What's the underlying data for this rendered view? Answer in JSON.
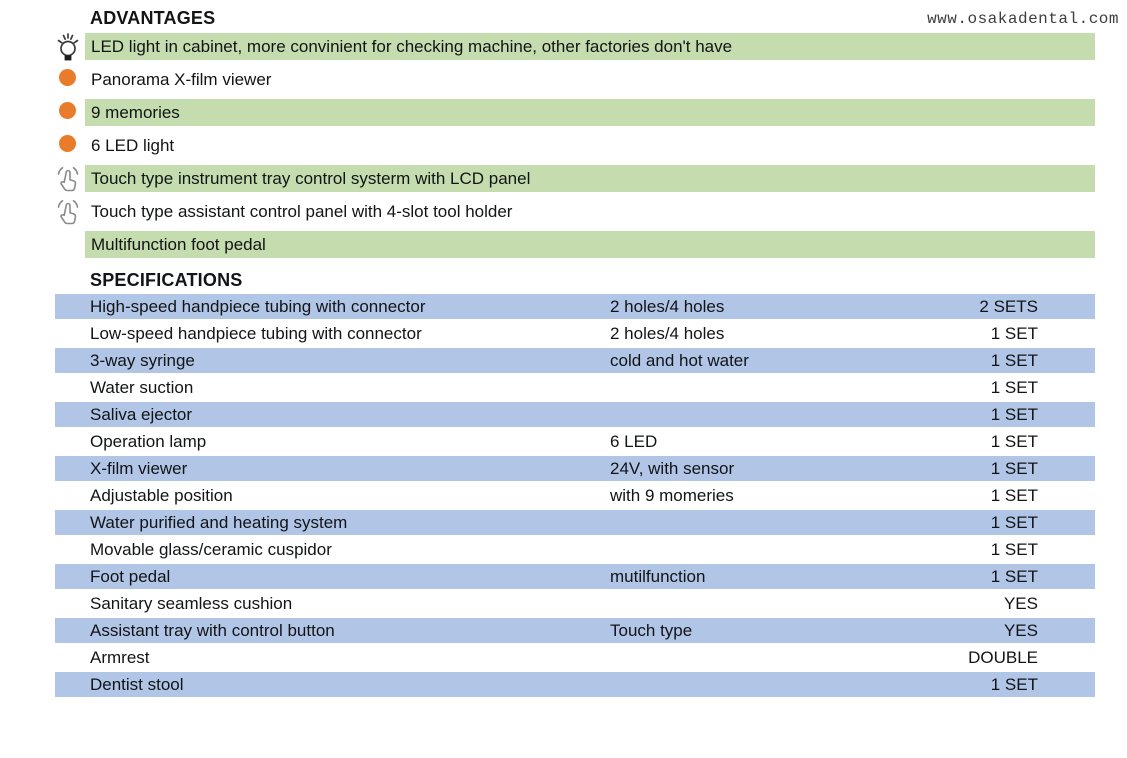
{
  "watermark": "www.osakadental.com",
  "colors": {
    "highlight_green": "#c5dcae",
    "highlight_blue": "#b1c5e6",
    "bullet_orange": "#e87c2a"
  },
  "advantages": {
    "title": "ADVANTAGES",
    "items": [
      {
        "icon": "bulb",
        "highlight": true,
        "text": "LED light in cabinet, more convinient for checking machine, other factories don't have"
      },
      {
        "icon": "dot",
        "highlight": false,
        "text": "Panorama X-film viewer"
      },
      {
        "icon": "dot",
        "highlight": true,
        "text": "9 memories"
      },
      {
        "icon": "dot",
        "highlight": false,
        "text": "6 LED light"
      },
      {
        "icon": "touch",
        "highlight": true,
        "text": "Touch type instrument tray control systerm with LCD panel"
      },
      {
        "icon": "touch",
        "highlight": false,
        "text": "Touch type assistant control panel with 4-slot tool holder"
      },
      {
        "icon": null,
        "highlight": true,
        "text": "Multifunction foot pedal"
      }
    ]
  },
  "specifications": {
    "title": "SPECIFICATIONS",
    "rows": [
      {
        "highlight": true,
        "name": "High-speed handpiece tubing with connector",
        "detail": "2 holes/4 holes",
        "qty": "2 SETS"
      },
      {
        "highlight": false,
        "name": "Low-speed handpiece tubing with connector",
        "detail": "2 holes/4 holes",
        "qty": "1 SET"
      },
      {
        "highlight": true,
        "name": "3-way syringe",
        "detail": "cold and hot water",
        "qty": "1 SET"
      },
      {
        "highlight": false,
        "name": "Water suction",
        "detail": "",
        "qty": "1 SET"
      },
      {
        "highlight": true,
        "name": "Saliva ejector",
        "detail": "",
        "qty": "1 SET"
      },
      {
        "highlight": false,
        "name": "Operation lamp",
        "detail": "6 LED",
        "qty": "1 SET"
      },
      {
        "highlight": true,
        "name": "X-film viewer",
        "detail": "24V, with sensor",
        "qty": "1 SET"
      },
      {
        "highlight": false,
        "name": "Adjustable position",
        "detail": "with 9 momeries",
        "qty": "1 SET"
      },
      {
        "highlight": true,
        "name": "Water purified and heating system",
        "detail": "",
        "qty": "1 SET"
      },
      {
        "highlight": false,
        "name": "Movable glass/ceramic cuspidor",
        "detail": "",
        "qty": "1 SET"
      },
      {
        "highlight": true,
        "name": "Foot pedal",
        "detail": "mutilfunction",
        "qty": "1 SET"
      },
      {
        "highlight": false,
        "name": "Sanitary seamless cushion",
        "detail": "",
        "qty": "YES"
      },
      {
        "highlight": true,
        "name": "Assistant tray with control button",
        "detail": "Touch type",
        "qty": "YES"
      },
      {
        "highlight": false,
        "name": "Armrest",
        "detail": "",
        "qty": "DOUBLE"
      },
      {
        "highlight": true,
        "name": "Dentist stool",
        "detail": "",
        "qty": "1 SET"
      }
    ]
  }
}
